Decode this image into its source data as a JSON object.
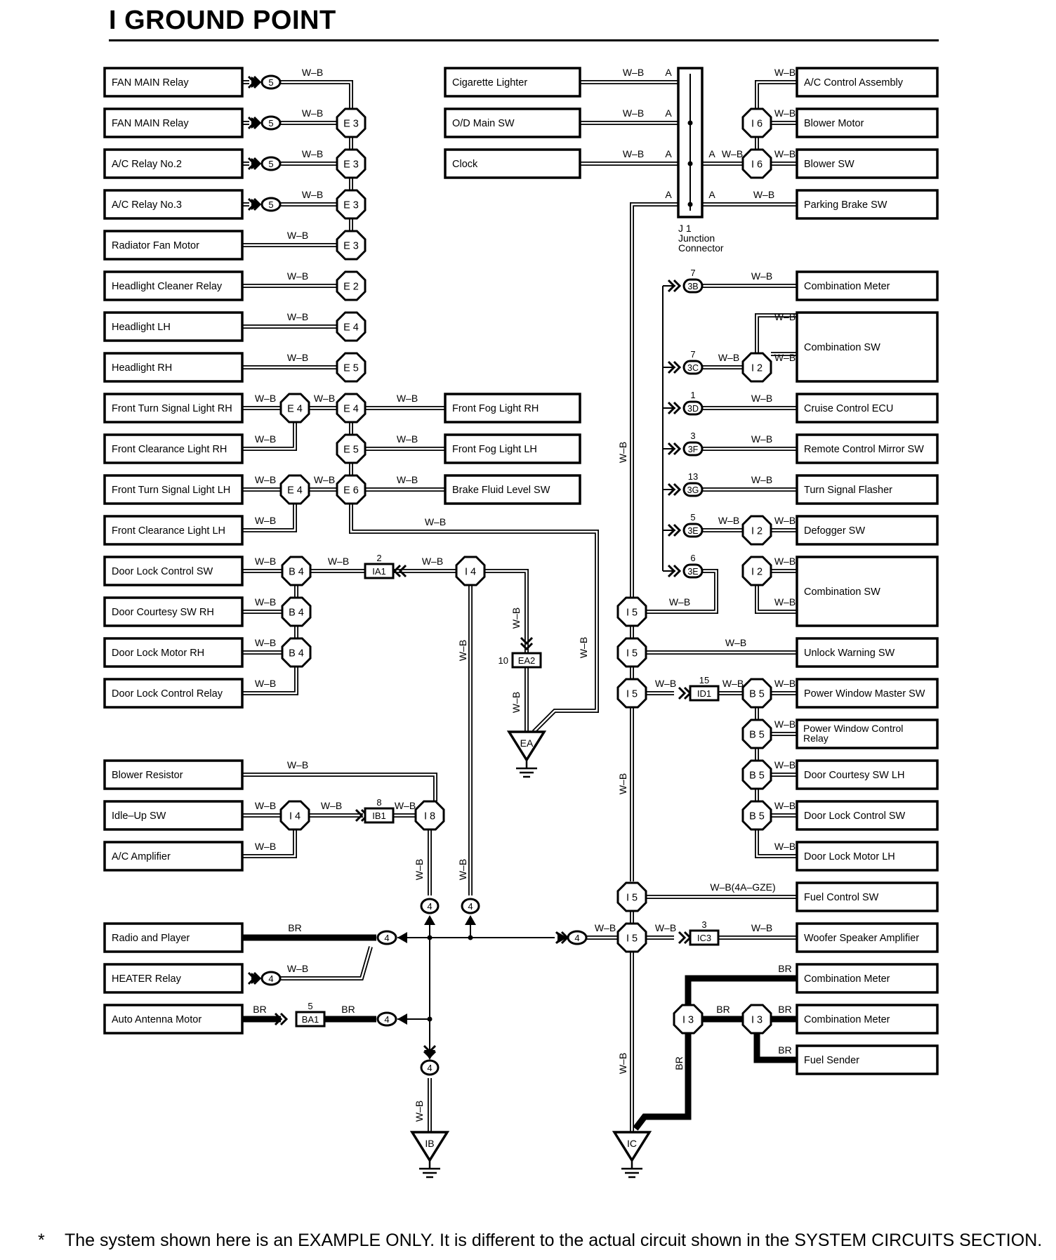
{
  "title": "I  GROUND POINT",
  "footer": {
    "marker": "*",
    "note": "The system shown here is an EXAMPLE ONLY. It is different to the actual circuit shown in the SYSTEM CIRCUITS SECTION."
  },
  "junction_connector": {
    "id": "J 1",
    "label1": "Junction",
    "label2": "Connector"
  },
  "components": [
    "FAN MAIN Relay",
    "FAN MAIN Relay",
    "A/C Relay No.2",
    "A/C Relay No.3",
    "Radiator Fan Motor",
    "Headlight Cleaner Relay",
    "Headlight LH",
    "Headlight RH",
    "Front Turn Signal Light RH",
    "Front Clearance Light RH",
    "Front Turn Signal Light LH",
    "Front Clearance Light LH",
    "Door Lock Control SW",
    "Door Courtesy SW RH",
    "Door Lock Motor RH",
    "Door Lock Control Relay",
    "Blower Resistor",
    "Idle–Up SW",
    "A/C Amplifier",
    "Radio and Player",
    "HEATER Relay",
    "Auto Antenna Motor",
    "Cigarette Lighter",
    "O/D Main SW",
    "Clock",
    "Front Fog Light RH",
    "Front Fog Light LH",
    "Brake Fluid Level SW",
    "A/C Control Assembly",
    "Blower Motor",
    "Blower SW",
    "Parking Brake SW",
    "Combination Meter",
    "Combination SW",
    "Cruise Control ECU",
    "Remote Control Mirror SW",
    "Turn Signal Flasher",
    "Defogger SW",
    "Combination SW",
    "Unlock Warning SW",
    "Power Window Master SW",
    "Power Window Control Relay",
    "Door Courtesy SW LH",
    "Door Lock Control SW",
    "Door Lock Motor LH",
    "Fuel Control SW",
    "Woofer Speaker Amplifier",
    "Combination Meter",
    "Combination Meter",
    "Fuel Sender"
  ],
  "connectors": [
    "E 3",
    "E 3",
    "E 3",
    "E 3",
    "E 2",
    "E 4",
    "E 5",
    "E 4",
    "E 5",
    "E 6",
    "E 4",
    "E 4",
    "B 4",
    "B 4",
    "B 4",
    "I 4",
    "I 4",
    "I 8",
    "I 6",
    "I 6",
    "I 2",
    "I 2",
    "I 2",
    "I 5",
    "I 5",
    "I 5",
    "I 5",
    "I 5",
    "B 5",
    "B 5",
    "B 5",
    "B 5",
    "I 3",
    "I 3"
  ],
  "plugs": [
    "5",
    "5",
    "5",
    "5",
    "4",
    "4",
    "4",
    "4",
    "4",
    "4",
    "4",
    "4"
  ],
  "junction_blocks": [
    {
      "id": "3B",
      "pin": "7"
    },
    {
      "id": "3C",
      "pin": "7"
    },
    {
      "id": "3D",
      "pin": "1"
    },
    {
      "id": "3F",
      "pin": "3"
    },
    {
      "id": "3G",
      "pin": "13"
    },
    {
      "id": "3E",
      "pin": "5"
    },
    {
      "id": "3E",
      "pin": "6"
    }
  ],
  "inline_connectors": [
    {
      "id": "IA1",
      "pin": "2"
    },
    {
      "id": "EA2",
      "pin": "10"
    },
    {
      "id": "IB1",
      "pin": "8"
    },
    {
      "id": "ID1",
      "pin": "15"
    },
    {
      "id": "IC3",
      "pin": "3"
    },
    {
      "id": "BA1",
      "pin": "5"
    }
  ],
  "grounds": [
    "EA",
    "IB",
    "IC"
  ],
  "wire_labels": [
    "W–B",
    "BR",
    "A",
    "W–B(4A–GZE)"
  ]
}
